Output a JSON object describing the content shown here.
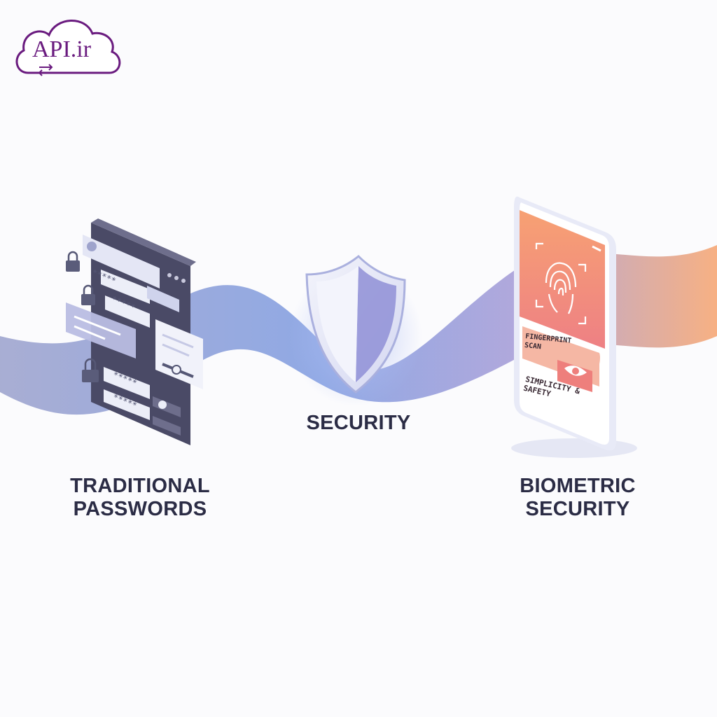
{
  "logo": {
    "text": "API.ir"
  },
  "labels": {
    "traditional": "TRADITIONAL\nPASSWORDS",
    "security": "SECURITY",
    "biometric": "BIOMETRIC\nSECURITY"
  },
  "phone": {
    "scan_label": "FINGERPRINT\nSCAN",
    "tagline": "SIMPLICITY & SAFETY"
  },
  "password_mask": "*****",
  "colors": {
    "brand": "#6a1b7f",
    "text": "#2b2c45",
    "wave_left": "#8f94c8",
    "wave_mid": "#6f8fdc",
    "wave_right": "#f5a172",
    "phone_gradient_top": "#f7a070",
    "phone_gradient_bottom": "#ef7a82"
  },
  "icons": [
    "cloud-icon",
    "padlock-icon",
    "shield-icon",
    "fingerprint-icon",
    "eye-icon"
  ]
}
